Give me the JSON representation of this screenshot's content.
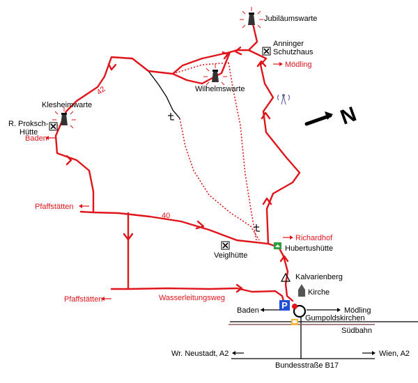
{
  "labels": {
    "jubilaeumswarte": "Jubiläumswarte",
    "anninger_1": "Anninger",
    "anninger_2": "Schutzhaus",
    "moedling_top": "Mödling",
    "wilhelmswarte": "Wilhelmswarte",
    "klesheimwarte": "Klesheimwarte",
    "proksch_1": "R. Proksch-",
    "proksch_2": "Hütte",
    "baden_left": "Baden",
    "pfaffstaetten_1": "Pfaffstätten",
    "pfaffstaetten_2": "Pfaffstätten",
    "richardhof": "Richardhof",
    "hubertushuette": "Hubertushütte",
    "veiglhuette": "Veiglhütte",
    "kalvarienberg": "Kalvarienberg",
    "kirche": "Kirche",
    "wasserleitungsweg": "Wasserleitungsweg",
    "baden_bottom": "Baden",
    "moedling_bottom": "Mödling",
    "gumpoldskirchen": "Gumpoldskirchen",
    "suedbahn": "Südbahn",
    "wr_neustadt": "Wr. Neustadt, A2",
    "wien": "Wien, A2",
    "bundesstrasse": "Bundesstraße B17",
    "route_42": "42",
    "route_40": "40",
    "north": "N",
    "parking": "P"
  },
  "colors": {
    "route": "#e0151b",
    "road": "#000000",
    "railway": "#8b5a5a",
    "parking": "#1f4fd6",
    "station": "#f4b73a",
    "hut_sign": "#2e9e3e"
  },
  "icons": {
    "tower": "lookout-tower-icon",
    "hut": "hut-crossed-icon",
    "antenna": "antenna-icon",
    "church": "church-icon",
    "summit": "summit-triangle-icon",
    "cross": "wayside-cross-icon",
    "parking": "parking-icon",
    "train": "train-station-icon"
  }
}
